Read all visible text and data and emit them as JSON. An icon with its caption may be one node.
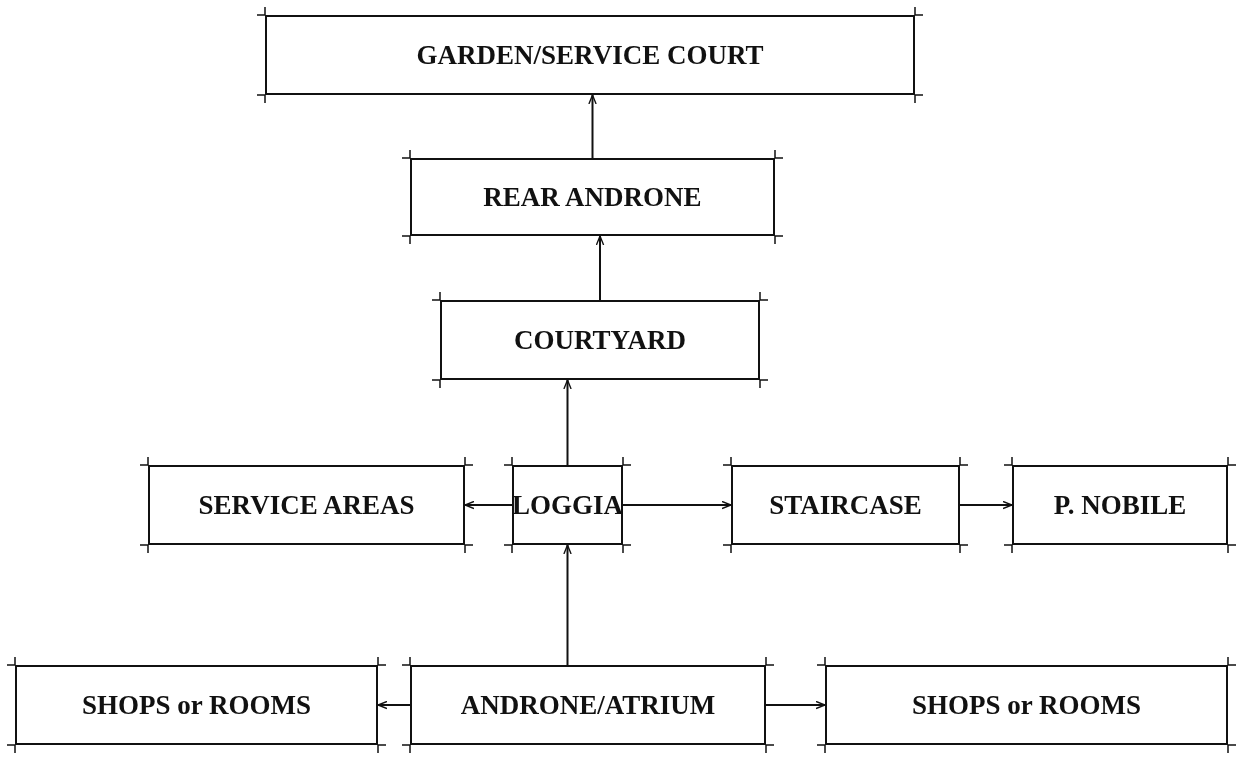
{
  "diagram": {
    "nodes": [
      {
        "text": [
          "GARDEN/SERVICE COURT"
        ]
      },
      {
        "text": [
          "REAR ANDRONE"
        ]
      },
      {
        "text": [
          "COURTYARD"
        ]
      },
      {
        "text": [
          "SERVICE AREAS"
        ]
      },
      {
        "text": [
          "LOGGIA"
        ]
      },
      {
        "text": [
          "STAIRCASE"
        ]
      },
      {
        "text": [
          "P. NOBILE"
        ]
      },
      {
        "text": [
          "SHOPS or ROOMS"
        ]
      },
      {
        "text": [
          "ANDRONE/ATRIUM"
        ]
      },
      {
        "text": [
          "SHOPS or ROOMS"
        ]
      }
    ],
    "edges": [
      {
        "from": 8,
        "to": 4,
        "arrow": "to"
      },
      {
        "from": 4,
        "to": 2,
        "arrow": "to"
      },
      {
        "from": 2,
        "to": 1,
        "arrow": "to"
      },
      {
        "from": 1,
        "to": 0,
        "arrow": "to"
      },
      {
        "from": 4,
        "to": 3,
        "arrow": "to"
      },
      {
        "from": 4,
        "to": 5,
        "arrow": "to"
      },
      {
        "from": 5,
        "to": 6,
        "arrow": "to"
      },
      {
        "from": 8,
        "to": 7,
        "arrow": "to"
      },
      {
        "from": 8,
        "to": 9,
        "arrow": "to"
      }
    ]
  }
}
